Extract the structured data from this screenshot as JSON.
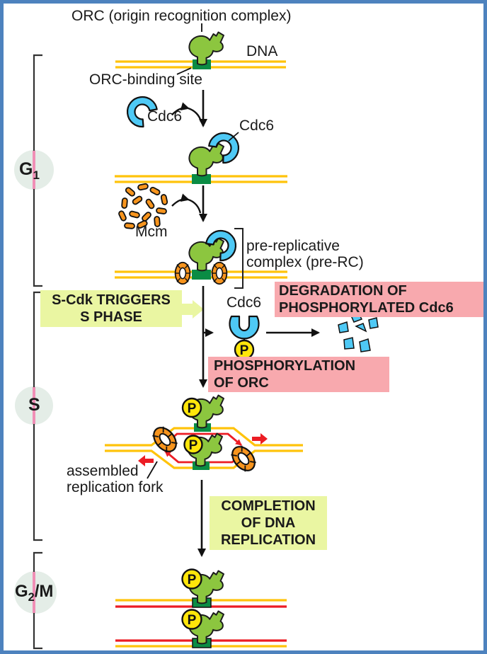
{
  "title": "ORC (origin recognition complex)",
  "labels": {
    "dna": "DNA",
    "orc_binding_site": "ORC-binding site",
    "cdc6": "Cdc6",
    "mcm": "Mcm",
    "pre_rc_line1": "pre-replicative",
    "pre_rc_line2": "complex (pre-RC)",
    "fork_line1": "assembled",
    "fork_line2": "replication fork",
    "p_badge": "P"
  },
  "callouts": {
    "s_cdk_line1": "S-Cdk TRIGGERS",
    "s_cdk_line2": "S PHASE",
    "degradation_line1": "DEGRADATION OF",
    "degradation_line2": "PHOSPHORYLATED Cdc6",
    "phosphorylation_line1": "PHOSPHORYLATION",
    "phosphorylation_line2": "OF ORC",
    "completion_line1": "COMPLETION",
    "completion_line2": "OF DNA",
    "completion_line3": "REPLICATION"
  },
  "phases": {
    "g1_main": "G",
    "g1_sub": "1",
    "s_main": "S",
    "g2m_main": "G",
    "g2m_sub": "2",
    "g2m_suffix": "/M"
  },
  "colors": {
    "frame_blue": "#4d82be",
    "orc_green": "#8cc63f",
    "binding_site_green": "#0a8c44",
    "dna_yellow": "#ffc30b",
    "new_strand_red": "#ec1c24",
    "cdc6_blue": "#4ec9f5",
    "mcm_orange": "#f7941d",
    "phosphate_yellow": "#ffe60a",
    "highlight_green": "#eaf6a2",
    "highlight_pink": "#f8a9ae",
    "phase_circle": "#e4ede7",
    "phase_line_pink": "#f08fb6"
  }
}
